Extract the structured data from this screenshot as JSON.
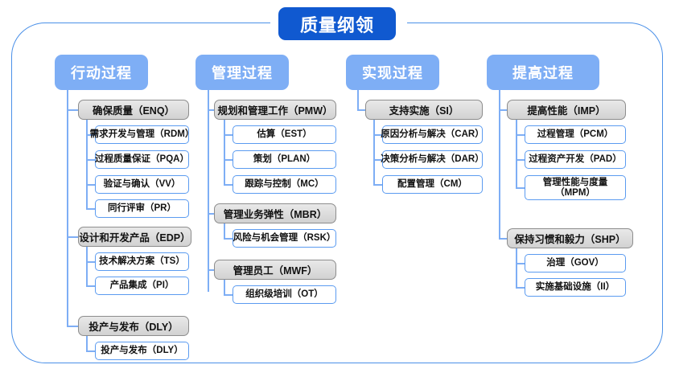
{
  "root": {
    "title": "质量纲领",
    "accent_color": "#1059d0"
  },
  "frame": {
    "border_color": "#4a90e8"
  },
  "colors": {
    "header_blue": "#7eaef5",
    "connector_blue": "#7eaef5",
    "group_gray_border": "#8d8d8d",
    "leaf_border": "#5b9bf0"
  },
  "columns": [
    {
      "header": "行动过程",
      "groups": [
        {
          "title": "确保质量（ENQ）",
          "items": [
            "需求开发与管理（RDM）",
            "过程质量保证（PQA）",
            "验证与确认（VV）",
            "同行评审（PR）"
          ]
        },
        {
          "title": "设计和开发产品（EDP）",
          "items": [
            "技术解决方案（TS）",
            "产品集成（PI）"
          ]
        },
        {
          "title": "投产与发布（DLY）",
          "items": [
            "投产与发布（DLY）"
          ]
        }
      ]
    },
    {
      "header": "管理过程",
      "groups": [
        {
          "title": "规划和管理工作（PMW）",
          "items": [
            "估算（EST）",
            "策划（PLAN）",
            "跟踪与控制（MC）"
          ]
        },
        {
          "title": "管理业务弹性（MBR）",
          "items": [
            "风险与机会管理（RSK）"
          ]
        },
        {
          "title": "管理员工（MWF）",
          "items": [
            "组织级培训（OT）"
          ]
        }
      ]
    },
    {
      "header": "实现过程",
      "groups": [
        {
          "title": "支持实施（SI）",
          "items": [
            "原因分析与解决（CAR）",
            "决策分析与解决（DAR）",
            "配置管理（CM）"
          ]
        }
      ]
    },
    {
      "header": "提高过程",
      "groups": [
        {
          "title": "提高性能（IMP）",
          "items": [
            "过程管理（PCM）",
            "过程资产开发（PAD）",
            "管理性能与度量\n（MPM）"
          ]
        },
        {
          "title": "保持习惯和毅力（SHP）",
          "items": [
            "治理（GOV）",
            "实施基础设施（II）"
          ]
        }
      ]
    }
  ]
}
